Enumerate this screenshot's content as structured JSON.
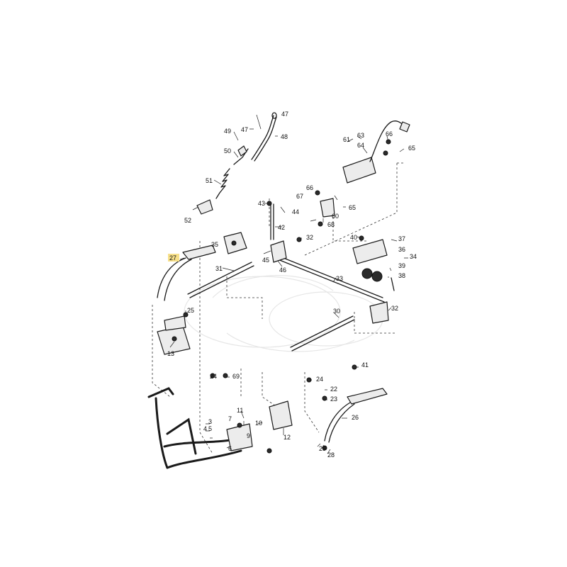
{
  "diagram": {
    "highlight_color": "#f7e08a",
    "callouts": [
      {
        "id": "c47",
        "text": "47"
      },
      {
        "id": "c48",
        "text": "48"
      },
      {
        "id": "c49",
        "text": "49"
      },
      {
        "id": "c47b",
        "text": "47"
      },
      {
        "id": "c50",
        "text": "50"
      },
      {
        "id": "c51",
        "text": "51"
      },
      {
        "id": "c52",
        "text": "52"
      },
      {
        "id": "c35",
        "text": "35"
      },
      {
        "id": "c27",
        "text": "27"
      },
      {
        "id": "c31",
        "text": "31"
      },
      {
        "id": "c25",
        "text": "25"
      },
      {
        "id": "c13",
        "text": "13"
      },
      {
        "id": "c24a",
        "text": "24"
      },
      {
        "id": "c69",
        "text": "69"
      },
      {
        "id": "c43",
        "text": "43"
      },
      {
        "id": "c44",
        "text": "44"
      },
      {
        "id": "c42",
        "text": "42"
      },
      {
        "id": "c45",
        "text": "45"
      },
      {
        "id": "c46",
        "text": "46"
      },
      {
        "id": "c32a",
        "text": "32"
      },
      {
        "id": "c33",
        "text": "33"
      },
      {
        "id": "c30",
        "text": "30"
      },
      {
        "id": "c61",
        "text": "61"
      },
      {
        "id": "c63",
        "text": "63"
      },
      {
        "id": "c64",
        "text": "64"
      },
      {
        "id": "c66a",
        "text": "66"
      },
      {
        "id": "c65a",
        "text": "65"
      },
      {
        "id": "c67",
        "text": "67"
      },
      {
        "id": "c66b",
        "text": "66"
      },
      {
        "id": "c65b",
        "text": "65"
      },
      {
        "id": "c60",
        "text": "60"
      },
      {
        "id": "c68",
        "text": "68"
      },
      {
        "id": "c40",
        "text": "40"
      },
      {
        "id": "c37",
        "text": "37"
      },
      {
        "id": "c36",
        "text": "36"
      },
      {
        "id": "c34",
        "text": "34"
      },
      {
        "id": "c39",
        "text": "39"
      },
      {
        "id": "c38",
        "text": "38"
      },
      {
        "id": "c32b",
        "text": "32"
      },
      {
        "id": "c41",
        "text": "41"
      },
      {
        "id": "c24b",
        "text": "24"
      },
      {
        "id": "c22",
        "text": "22"
      },
      {
        "id": "c23",
        "text": "23"
      },
      {
        "id": "c26",
        "text": "26"
      },
      {
        "id": "c29",
        "text": "29"
      },
      {
        "id": "c28",
        "text": "28"
      },
      {
        "id": "c11",
        "text": "11"
      },
      {
        "id": "c7",
        "text": "7"
      },
      {
        "id": "c10",
        "text": "10"
      },
      {
        "id": "c12",
        "text": "12"
      },
      {
        "id": "c3",
        "text": "3"
      },
      {
        "id": "c4",
        "text": "4"
      },
      {
        "id": "c5",
        "text": "5"
      },
      {
        "id": "c6",
        "text": "6"
      },
      {
        "id": "c9",
        "text": "9"
      }
    ]
  }
}
